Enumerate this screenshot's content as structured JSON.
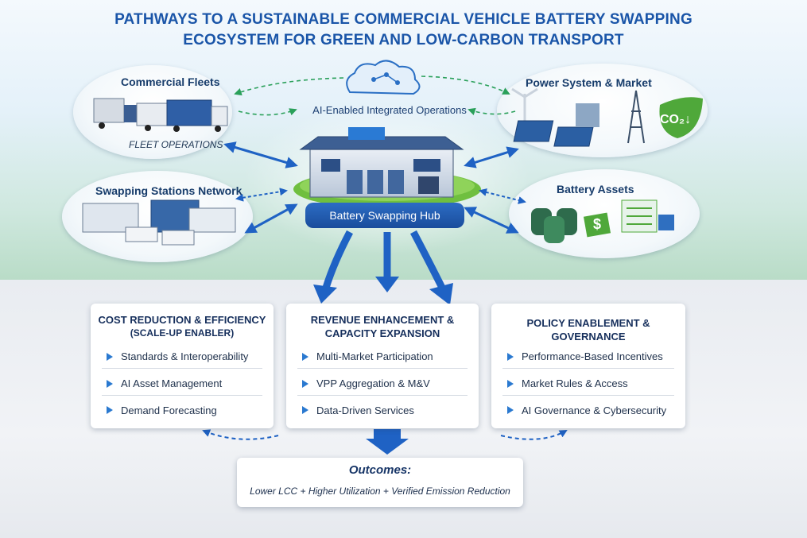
{
  "title": {
    "line1": "PATHWAYS TO A SUSTAINABLE COMMERCIAL VEHICLE BATTERY SWAPPING",
    "line2": "ECOSYSTEM FOR GREEN AND LOW-CARBON TRANSPORT"
  },
  "center": {
    "ai_label": "AI-Enabled Integrated Operations",
    "hub_label": "Battery Swapping Hub"
  },
  "nodes": {
    "fleets": {
      "label": "Commercial Fleets",
      "sub": "FLEET OPERATIONS"
    },
    "stations": {
      "label": "Swapping Stations Network"
    },
    "power": {
      "label": "Power System & Market",
      "co2_badge": "CO₂↓"
    },
    "battery": {
      "label": "Battery Assets",
      "dollar_tag": "$"
    }
  },
  "cards": [
    {
      "title": "COST REDUCTION & EFFICIENCY",
      "subtitle": "(SCALE-UP ENABLER)",
      "items": [
        "Standards & Interoperability",
        "AI Asset Management",
        "Demand Forecasting"
      ]
    },
    {
      "title": "REVENUE ENHANCEMENT &",
      "title2": "CAPACITY EXPANSION",
      "items": [
        "Multi-Market Participation",
        "VPP Aggregation & M&V",
        "Data-Driven Services"
      ]
    },
    {
      "title": "POLICY ENABLEMENT & GOVERNANCE",
      "items": [
        "Performance-Based Incentives",
        "Market Rules & Access",
        "AI Governance & Cybersecurity"
      ]
    }
  ],
  "outcomes": {
    "title": "Outcomes:",
    "text": "Lower LCC + Higher Utilization + Verified Emission Reduction"
  },
  "colors": {
    "title_blue": "#1a55a8",
    "arrow_blue": "#1f62c4",
    "hub_green": "#6fbf3f",
    "brand_green": "#4fa83a"
  }
}
